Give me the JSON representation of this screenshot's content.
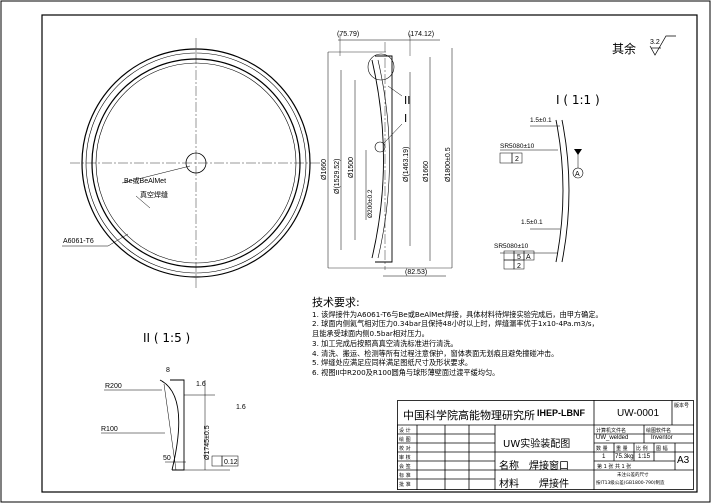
{
  "remainder": {
    "label": "其余",
    "roughness": "3.2"
  },
  "views": {
    "detail_I": {
      "title": "I ( 1:1 )",
      "dim_15_a": "1.5±0.1",
      "dim_15_b": "1.5±0.1",
      "sr_a": "SR5080±10",
      "sr_b": "SR5080±10",
      "tol_2": "2",
      "tol_5": "5",
      "datum_a": "A",
      "tol_2b": "2",
      "balloon_a": "A"
    },
    "detail_II": {
      "title": "II ( 1:5 )",
      "r200": "R200",
      "r100": "R100",
      "dim_8": "8",
      "dim_16a": "1.6",
      "dim_16b": "1.6",
      "dim_50": "50",
      "dia_1745": "Ø1745±0.5",
      "flat": "0.12"
    },
    "front": {
      "label_be": "Be或BeAlMet",
      "label_weld": "真空焊缝",
      "label_al": "A6061-T6"
    },
    "section": {
      "d_7579": "(75.79)",
      "d_17412": "(174.12)",
      "d_8253": "(82.53)",
      "dia_1660a": "Ø1660",
      "dia_152952": "Ø(1529.52)",
      "dia_1500": "Ø1500",
      "dia_200": "Ø200±0.2",
      "dia_146319": "Ø(1463.19)",
      "dia_1660b": "Ø1660",
      "dia_1800": "Ø1800±0.5",
      "mark_I": "I",
      "mark_II": "II"
    }
  },
  "notes": {
    "title": "技术要求:",
    "items": [
      "1. 该焊接件为A6061-T6与Be或BeAlMet焊接，具体材料待焊接实验完成后，由甲方确定。",
      "2. 球面内侧氦气相对压力0.34bar且保持48小时以上时，焊缝漏率优于1x10-4Pa.m3/s，",
      "   且能承受球面内侧0.5bar相对压力。",
      "3. 加工完成后按照高真空清洗标准进行清洗。",
      "4. 清洗、搬运、检测等所有过程注意保护，窗体表面无划痕且避免撞碰冲击。",
      "5. 焊缝处应满足应同样满足图纸尺寸及形状要求。",
      "6. 视图II中R200及R100圆角与球形薄壁面过渡平缓均匀。"
    ]
  },
  "title_block": {
    "institute": "中国科学院高能物理研究所",
    "org": "IHEP-LBNF",
    "drawing_no": "UW-0001",
    "page_label": "版本号",
    "drawing_name": "UW实验装配图",
    "name_label": "名称",
    "name_value": "焊接窗口",
    "material_label": "材料",
    "material_value": "焊接件",
    "roles": [
      "设 计",
      "绘 图",
      "校 对",
      "审 核",
      "会 签",
      "标 准",
      "批 准"
    ],
    "file_header": "计算机文件名",
    "software_header": "绘图软件名",
    "file_name": "UW_welded",
    "software": "Inventor",
    "qty_header": "数 量",
    "weight_header": "重 量",
    "scale_header": "比 例",
    "no_header": "图 幅",
    "qty": "1",
    "weight": "75.3kg",
    "scale": "1:15",
    "size": "A3",
    "sheet": "第 1 张 共 1 张",
    "unit_note": "未注公差的尺寸",
    "std_note": "按IT13级公差(GB1800-790)制造"
  }
}
